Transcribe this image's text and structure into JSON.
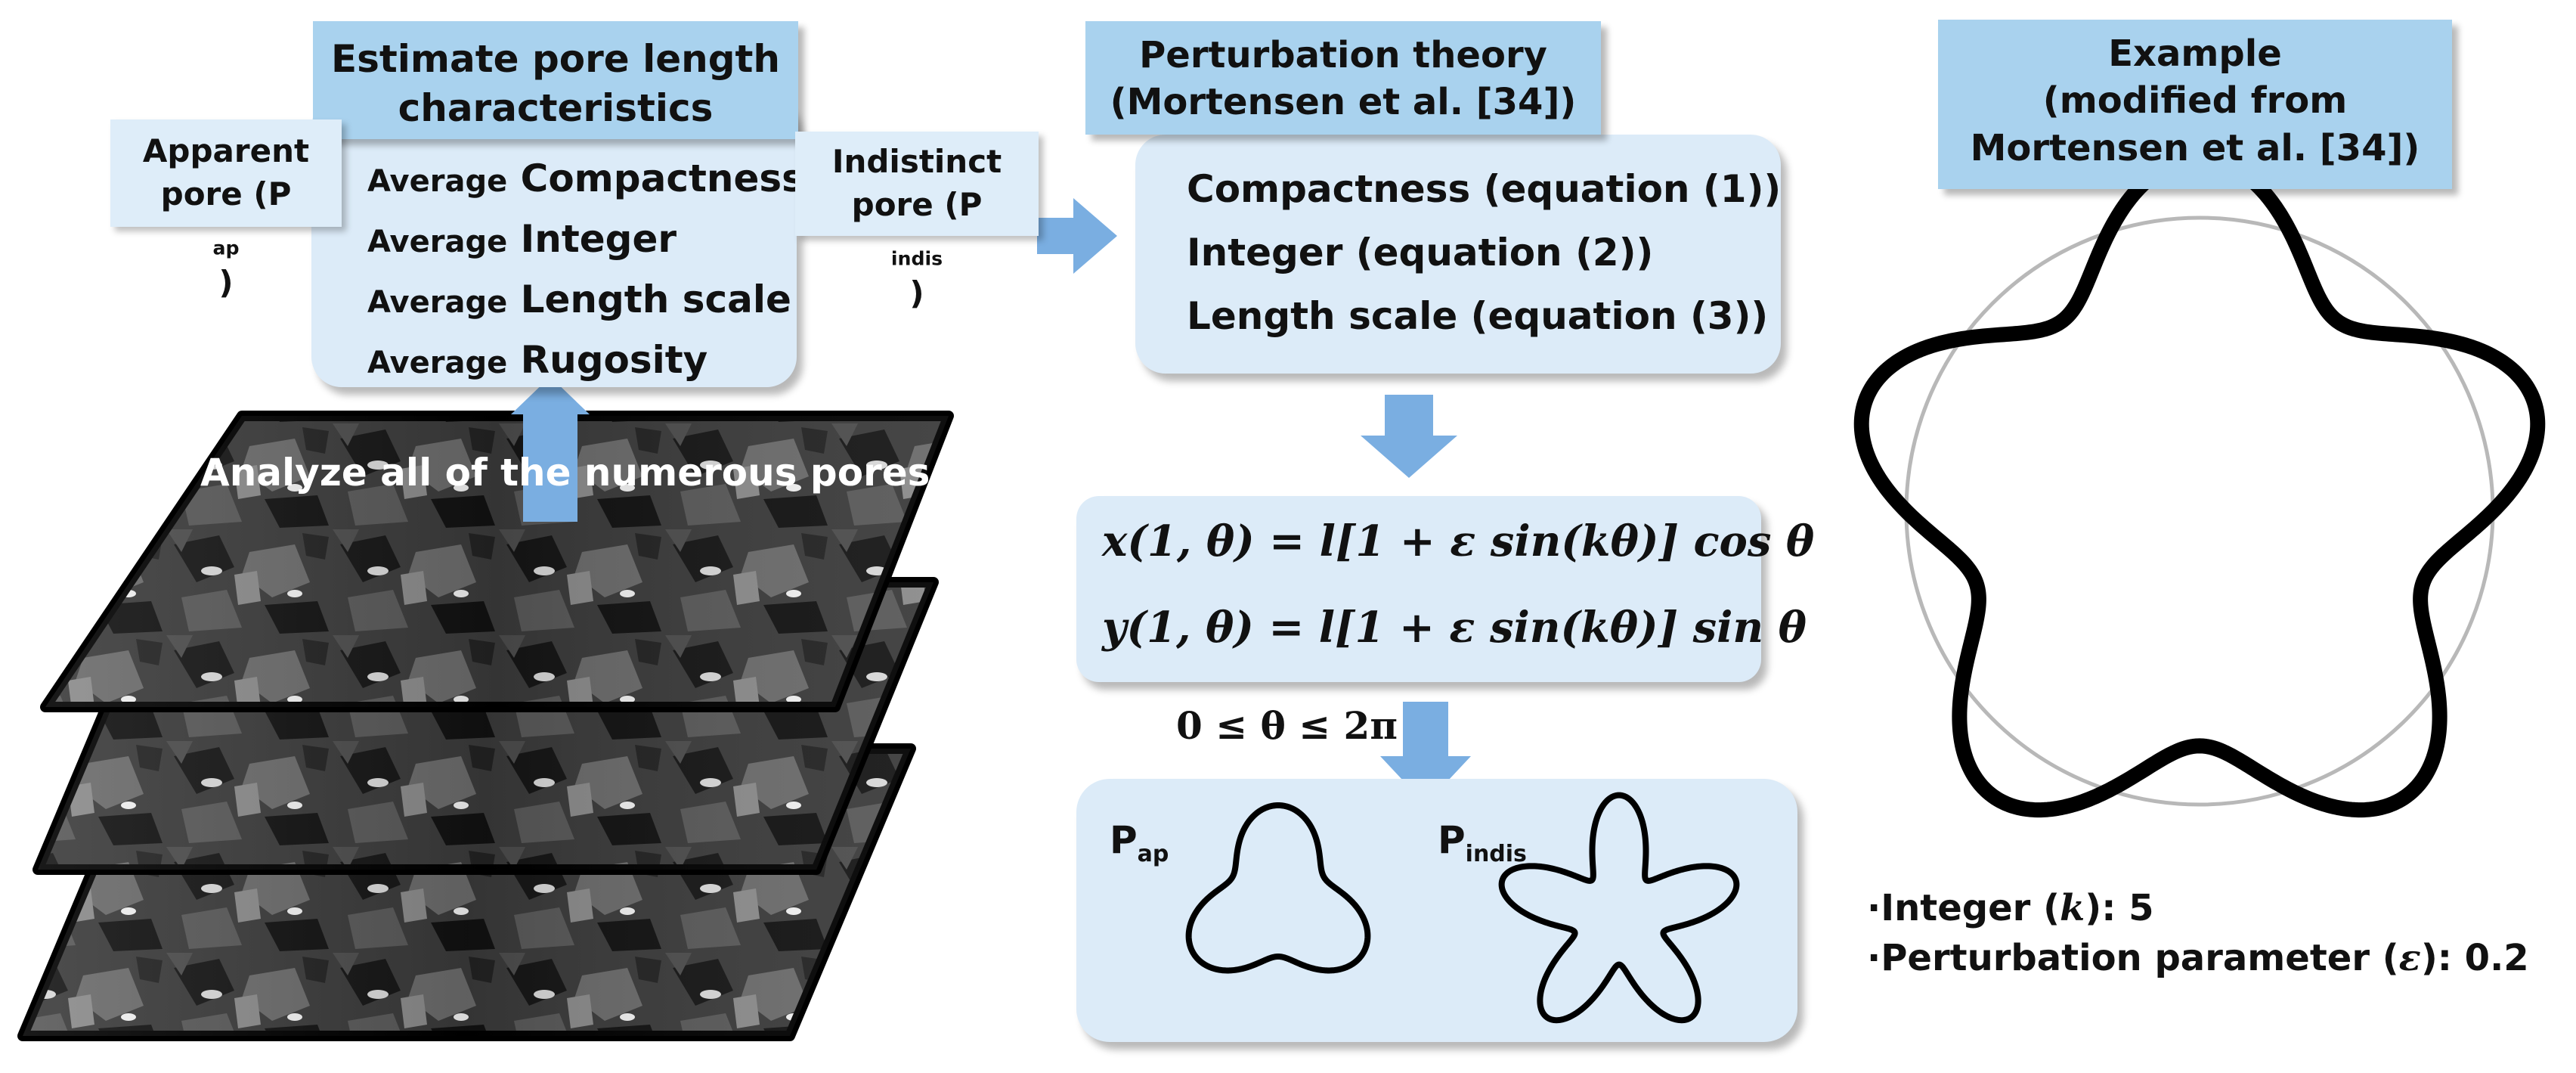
{
  "left_panel": {
    "header": [
      "Estimate pore length",
      "characteristics"
    ],
    "apparent_tag": [
      "Apparent",
      "pore (P",
      "ap",
      ")"
    ],
    "indistinct_tag": [
      "Indistinct",
      "pore (P",
      "indis",
      ")"
    ],
    "metric_prefix": "Average",
    "metrics": [
      "Compactness",
      "Integer",
      "Length scale",
      "Rugosity"
    ],
    "analyze_label": "Analyze all of the numerous pores"
  },
  "middle_panel": {
    "header": [
      "Perturbation theory",
      "(Mortensen et al. [34])"
    ],
    "equations": [
      "Compactness (equation (1))",
      "Integer (equation (2))",
      "Length scale (equation (3))"
    ],
    "formula_x": "x(1, θ) = l[1 + ε sin(kθ)] cos θ",
    "formula_y": "y(1, θ) = l[1 + ε sin(kθ)] sin θ",
    "range": "0 ≤ θ ≤ 2π",
    "shape_labels": {
      "ap": {
        "base": "P",
        "sub": "ap"
      },
      "indis": {
        "base": "P",
        "sub": "indis"
      }
    }
  },
  "right_panel": {
    "header": [
      "Example",
      "(modified from",
      "Mortensen et al. [34])"
    ],
    "params": [
      {
        "bullet": "·",
        "label": "Integer (",
        "symbol": "k",
        "tail": "): 5"
      },
      {
        "bullet": "·",
        "label": "Perturbation parameter (",
        "symbol": "ε",
        "tail": "): 0.2"
      }
    ]
  },
  "example_shape": {
    "k": 5,
    "epsilon": 0.2
  },
  "small_shapes": {
    "apparent": {
      "k": 3,
      "epsilon": 0.3
    },
    "indistinct": {
      "k": 5,
      "epsilon": 0.45
    }
  },
  "colors": {
    "box_fill": "#dcebf8",
    "header_fill": "#a9d2ee",
    "arrow": "#7aaee1",
    "outline": "#000000"
  }
}
